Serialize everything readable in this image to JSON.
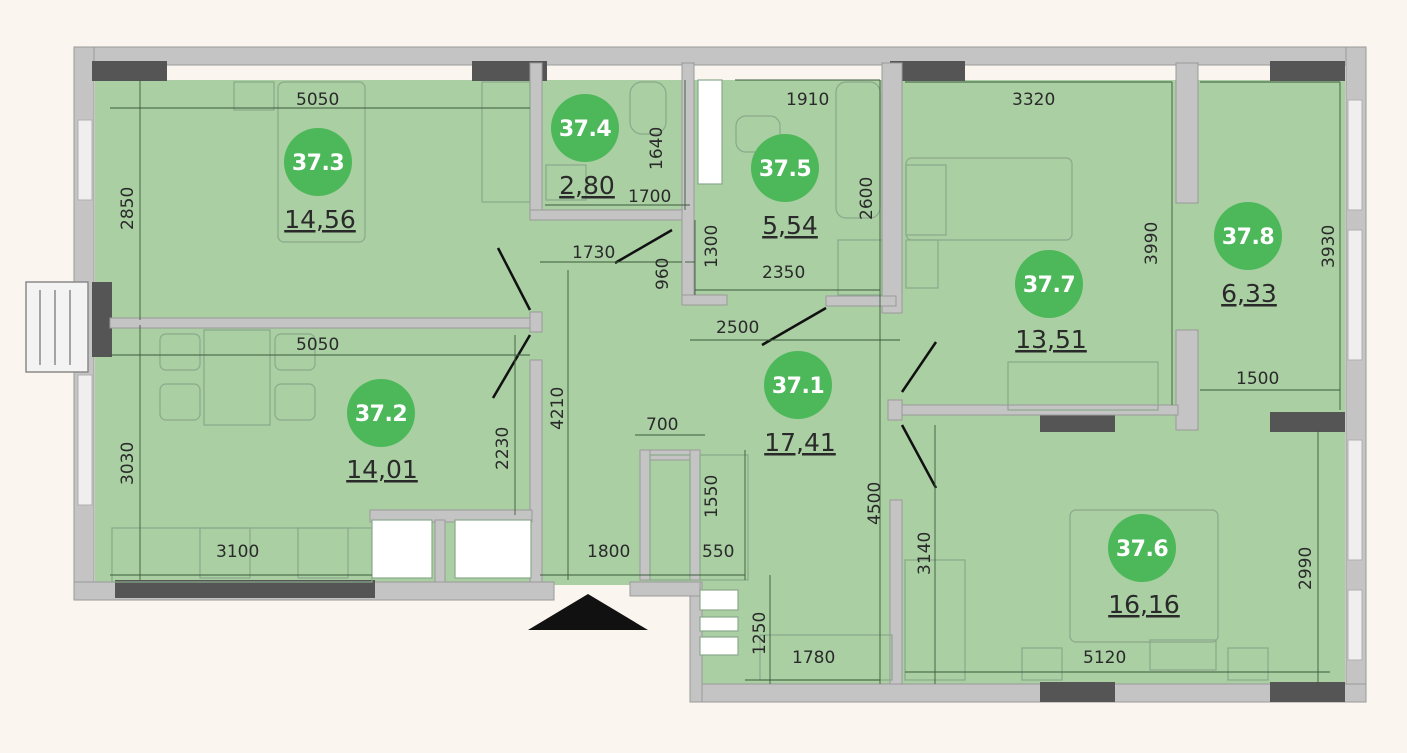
{
  "colors": {
    "background": "#faf6ef",
    "floor": "#a9cfa3",
    "wall": "#c4c4c4",
    "wall_dark": "#555555",
    "badge": "#4db85a",
    "badge_text": "#ffffff",
    "entrance_marker": "#111111"
  },
  "rooms": [
    {
      "id": "37.3",
      "area": "14,56"
    },
    {
      "id": "37.4",
      "area": "2,80"
    },
    {
      "id": "37.5",
      "area": "5,54"
    },
    {
      "id": "37.7",
      "area": "13,51"
    },
    {
      "id": "37.8",
      "area": "6,33"
    },
    {
      "id": "37.2",
      "area": "14,01"
    },
    {
      "id": "37.1",
      "area": "17,41"
    },
    {
      "id": "37.6",
      "area": "16,16"
    }
  ],
  "dimensions": [
    "5050",
    "1910",
    "3320",
    "1640",
    "1700",
    "2850",
    "1730",
    "1300",
    "960",
    "2350",
    "2600",
    "3990",
    "3930",
    "5050",
    "2500",
    "1500",
    "3030",
    "2230",
    "4210",
    "700",
    "1550",
    "4500",
    "3140",
    "2990",
    "3100",
    "1800",
    "550",
    "1250",
    "1780",
    "5120"
  ],
  "entrance_icon": "entrance-arrow-icon"
}
